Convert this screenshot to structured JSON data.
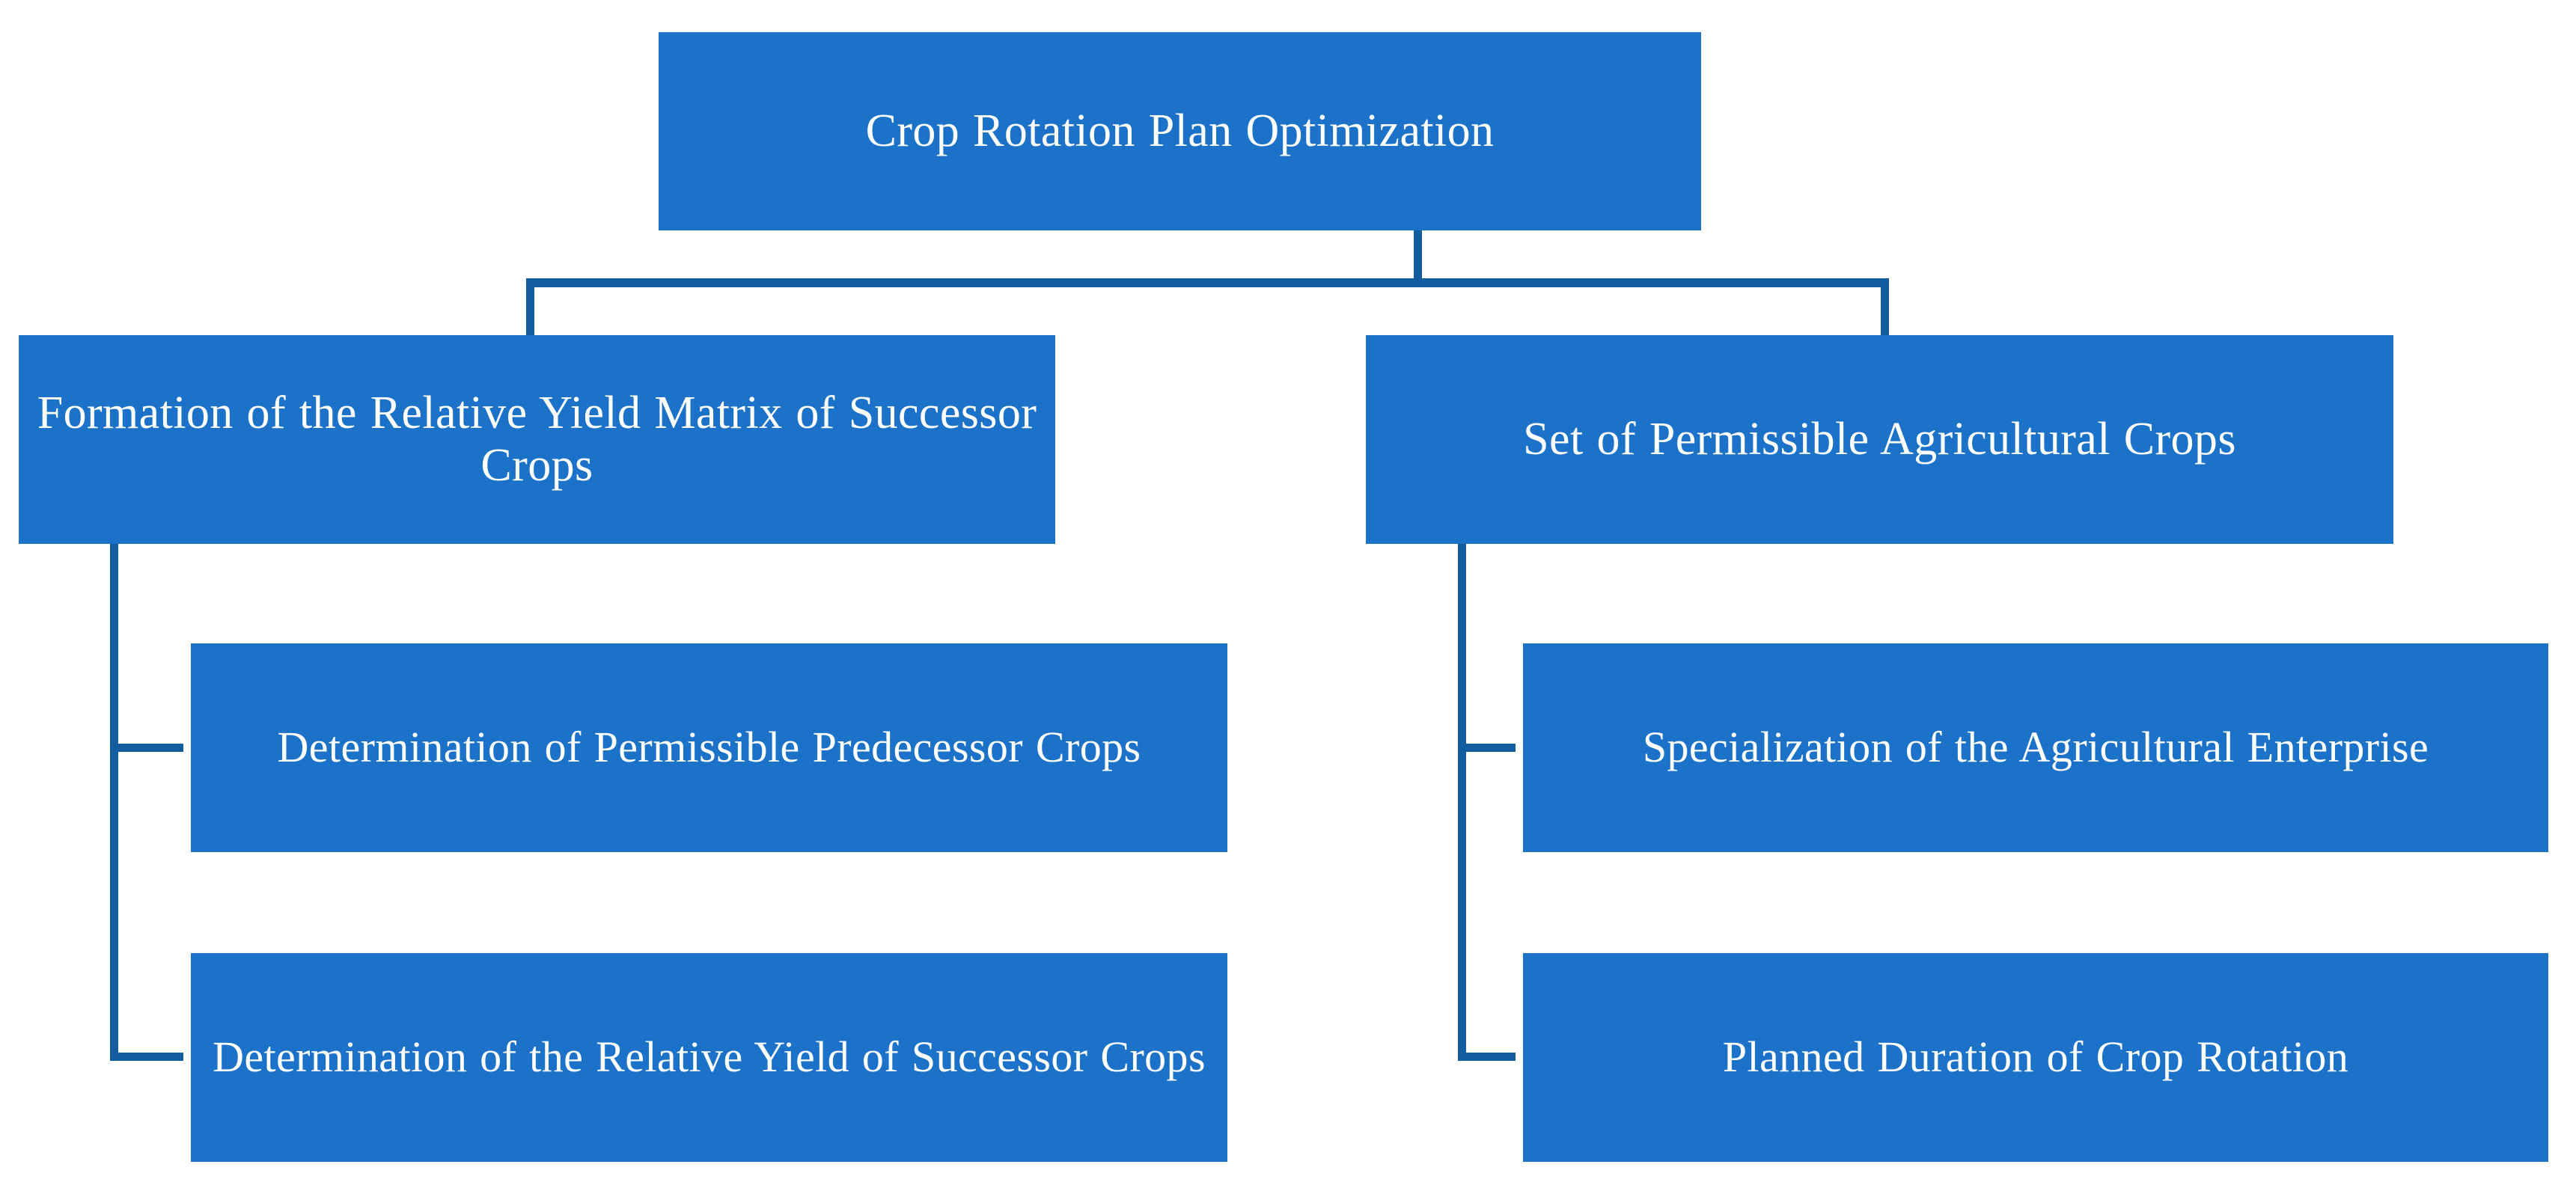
{
  "diagram": {
    "title": "Crop Rotation Plan Optimization",
    "type": "hierarchical-tree",
    "colors": {
      "node_fill": "#1B72C8",
      "node_text": "#FFFFFF",
      "connector": "#115DA0",
      "background": "#FFFFFF"
    },
    "nodes": {
      "root": {
        "label": "Crop Rotation Plan Optimization",
        "level": 1
      },
      "branch_left": {
        "label": "Formation of the Relative Yield Matrix of Successor Crops",
        "level": 2
      },
      "branch_right": {
        "label": "Set of Permissible Agricultural Crops",
        "level": 2
      },
      "leaf_left_top": {
        "label": "Determination of Permissible Predecessor Crops",
        "level": 3
      },
      "leaf_left_bottom": {
        "label": "Determination of the Relative Yield of Successor Crops",
        "level": 3
      },
      "leaf_right_top": {
        "label": "Specialization of the Agricultural Enterprise",
        "level": 3
      },
      "leaf_right_bottom": {
        "label": "Planned Duration of Crop Rotation",
        "level": 3
      }
    },
    "edges": [
      {
        "from": "root",
        "to": "branch_left"
      },
      {
        "from": "root",
        "to": "branch_right"
      },
      {
        "from": "branch_left",
        "to": "leaf_left_top"
      },
      {
        "from": "branch_left",
        "to": "leaf_left_bottom"
      },
      {
        "from": "branch_right",
        "to": "leaf_right_top"
      },
      {
        "from": "branch_right",
        "to": "leaf_right_bottom"
      }
    ]
  }
}
